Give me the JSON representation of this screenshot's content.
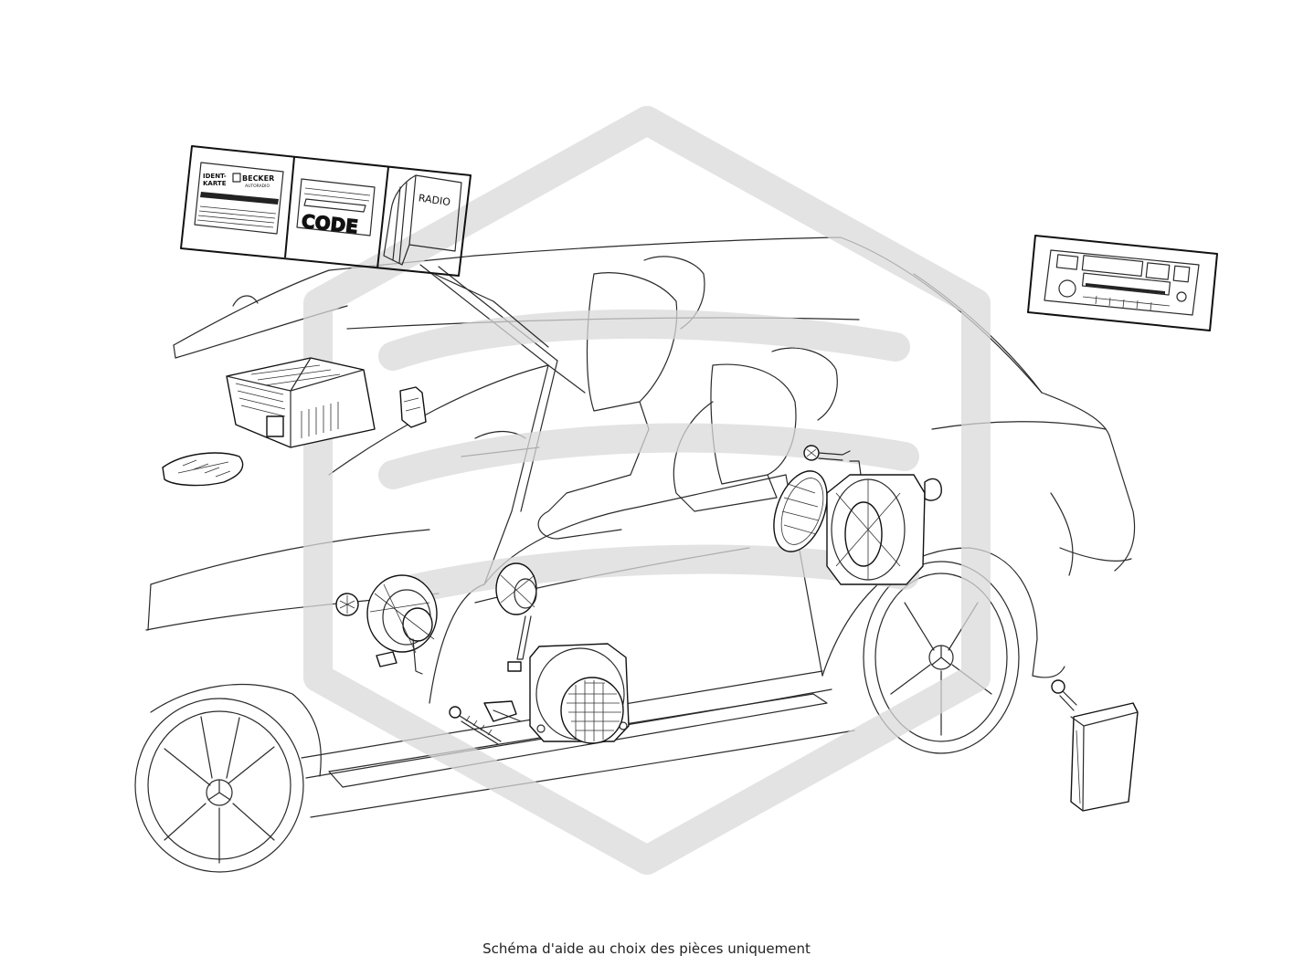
{
  "caption": "Schéma d'aide au choix des pièces uniquement",
  "callout_left": {
    "ident_card_line1": "IDENT-",
    "ident_card_line2": "KARTE",
    "brand": "BECKER",
    "brand_sub": "AUTORADIO",
    "code_label": "CODE",
    "booklet_label": "RADIO"
  },
  "colors": {
    "line": "#2a2a2a",
    "watermark": "#d9d9d9",
    "background": "#ffffff"
  }
}
